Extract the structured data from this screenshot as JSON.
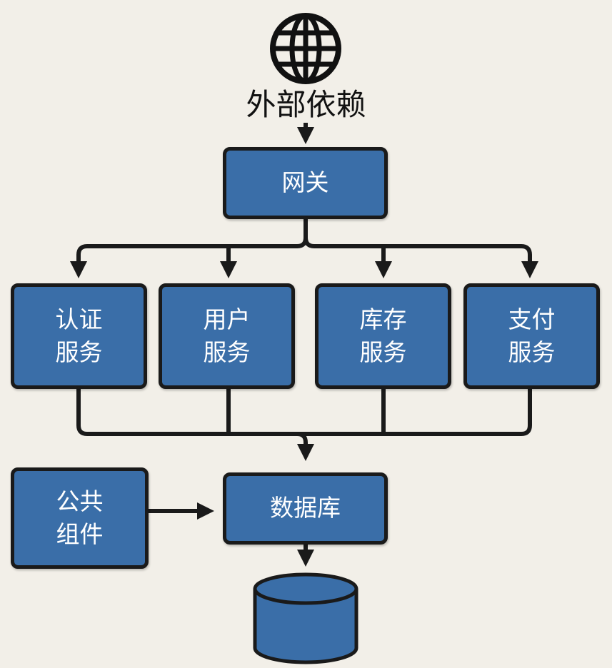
{
  "external": {
    "icon": "globe-icon",
    "label": "外部依赖"
  },
  "gateway": {
    "label": "网关"
  },
  "services": [
    {
      "line1": "认证",
      "line2": "服务"
    },
    {
      "line1": "用户",
      "line2": "服务"
    },
    {
      "line1": "库存",
      "line2": "服务"
    },
    {
      "line1": "支付",
      "line2": "服务"
    }
  ],
  "common": {
    "line1": "公共",
    "line2": "组件"
  },
  "database": {
    "label": "数据库",
    "icon": "database-cylinder-icon"
  },
  "colors": {
    "background": "#f2efe8",
    "node_fill": "#3a6ea8",
    "outline": "#1a1a1a",
    "node_text": "#ffffff"
  }
}
